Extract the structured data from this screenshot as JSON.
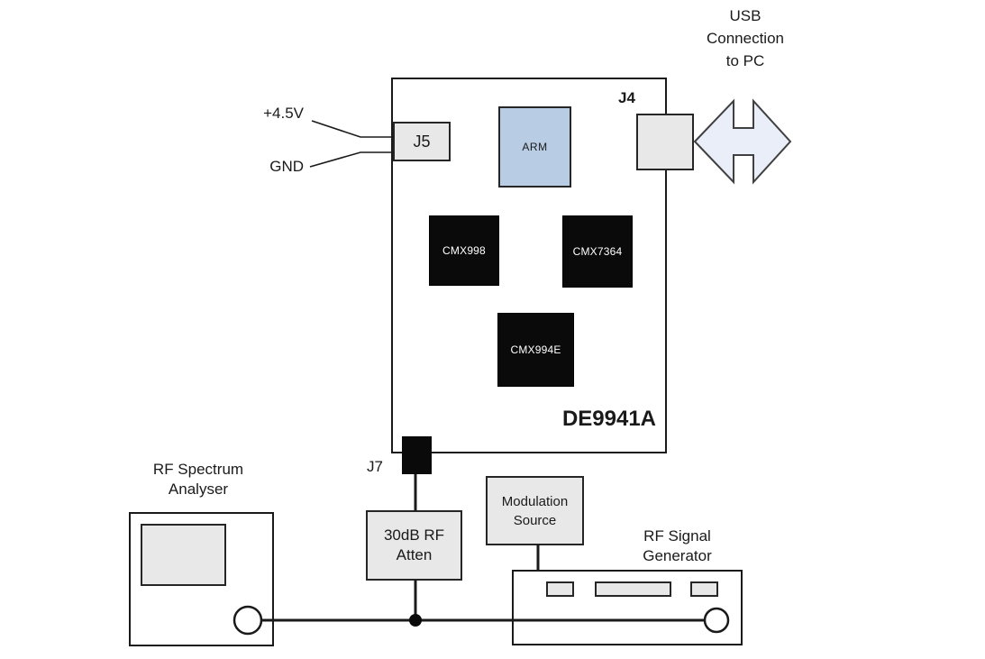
{
  "board": {
    "name": "DE9941A",
    "connector_j5": "J5",
    "connector_j4": "J4",
    "connector_j7": "J7",
    "chip_arm": "ARM",
    "chip_cmx998": "CMX998",
    "chip_cmx7364": "CMX7364",
    "chip_cmx994e": "CMX994E"
  },
  "power": {
    "positive": "+4.5V",
    "ground": "GND"
  },
  "usb_label": {
    "line1": "USB",
    "line2": "Connection",
    "line3": "to PC"
  },
  "spectrum_analyser": {
    "line1": "RF Spectrum",
    "line2": "Analyser"
  },
  "attenuator": {
    "line1": "30dB RF",
    "line2": "Atten"
  },
  "modulation_source": {
    "line1": "Modulation",
    "line2": "Source"
  },
  "signal_generator": {
    "line1": "RF Signal",
    "line2": "Generator"
  },
  "colors": {
    "chip_fill": "#0a0a0a",
    "chip_text": "#ffffff",
    "arm_fill": "#b8cce4",
    "connector_fill": "#e8e8e8",
    "usb_arrow_fill": "#e9eef9",
    "line": "#1a1a1a"
  }
}
